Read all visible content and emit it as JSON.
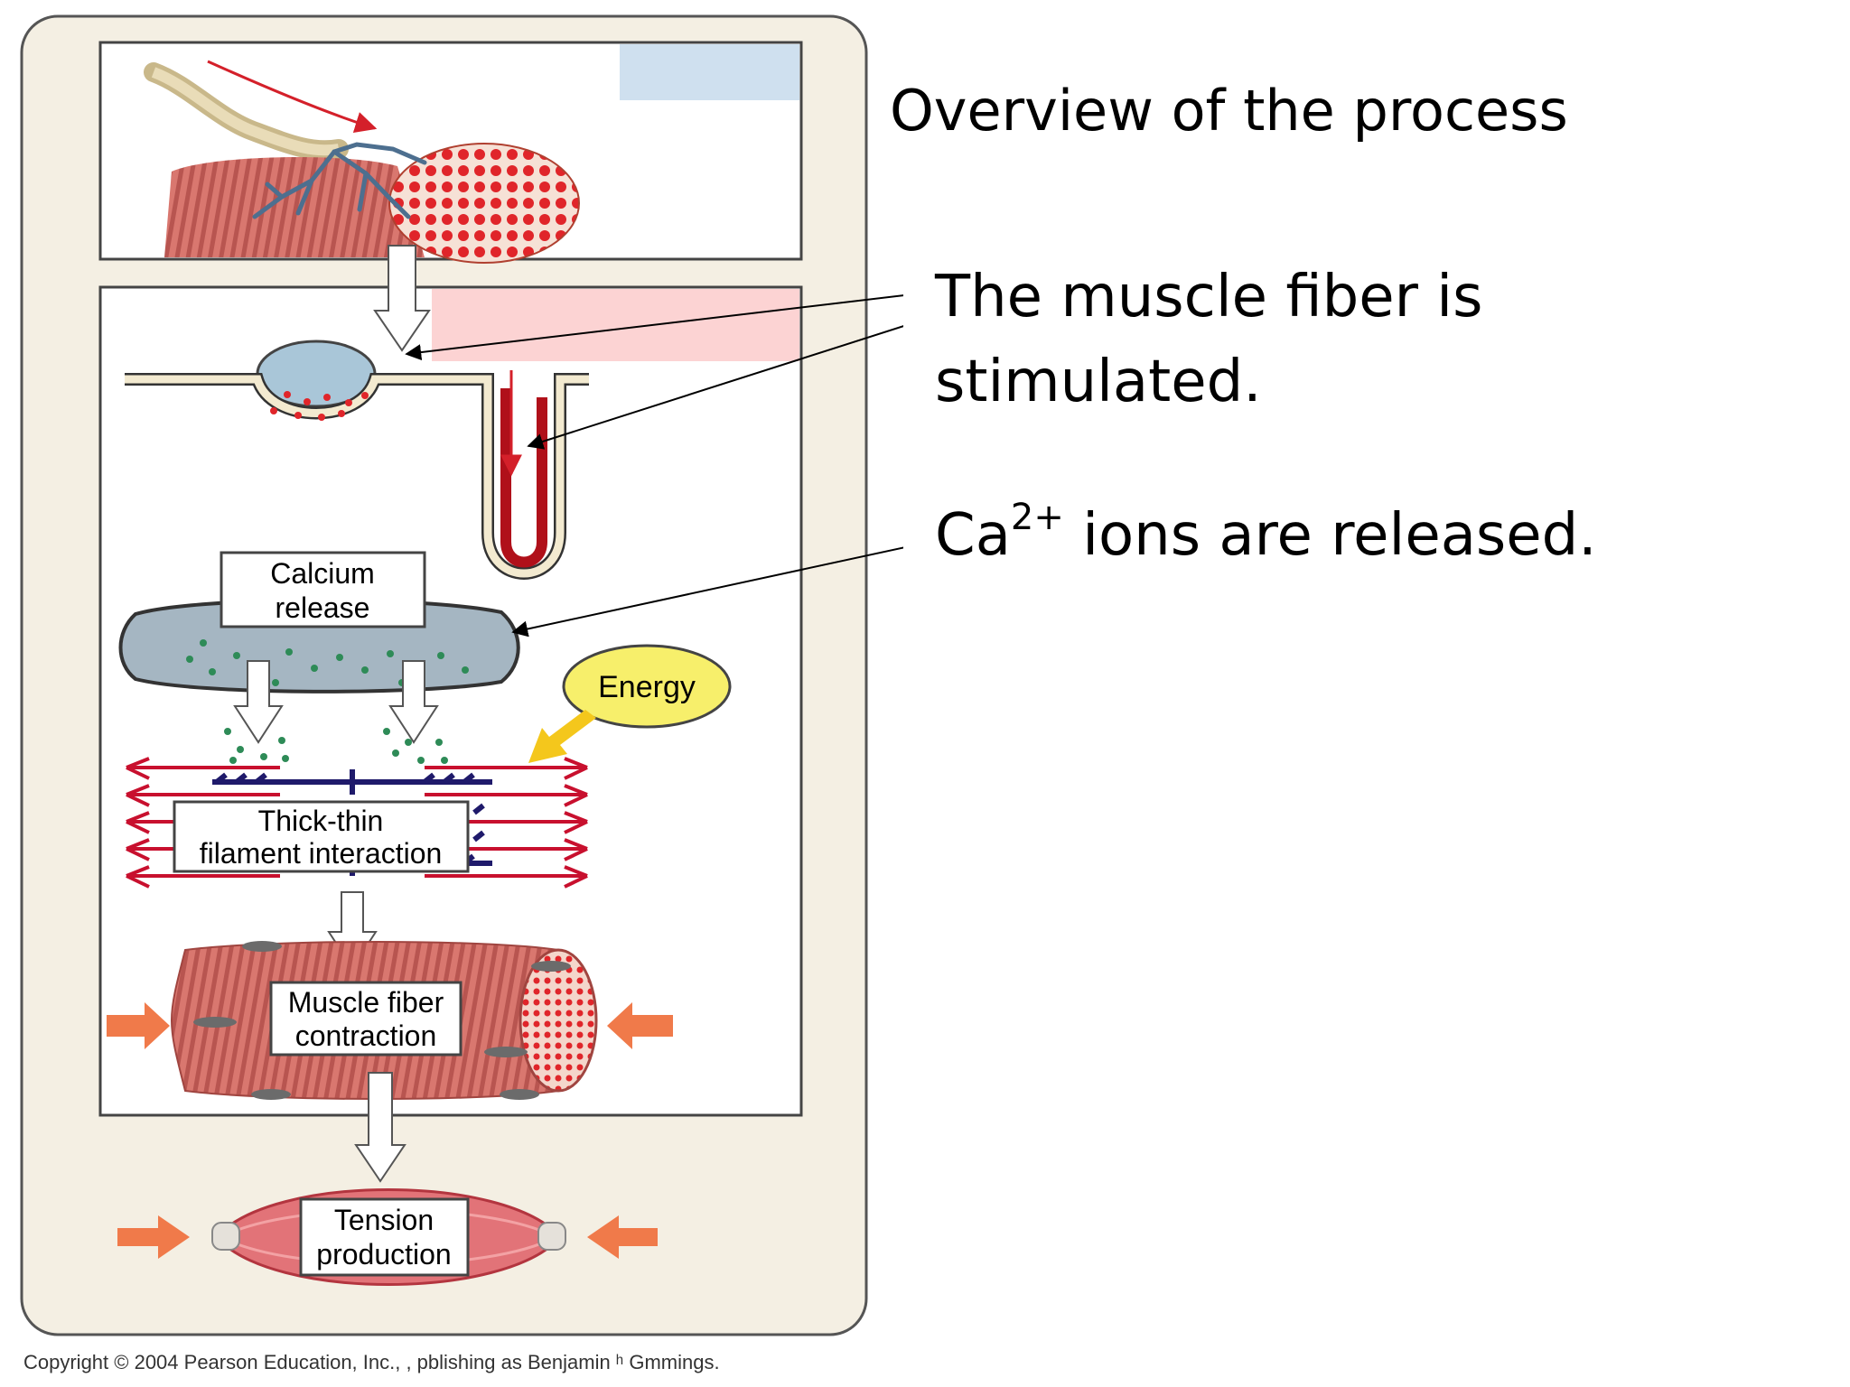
{
  "slide": {
    "title": "Overview of the process",
    "point1": "The muscle fiber is stimulated.",
    "point2_prefix": "Ca",
    "point2_sup": "2+",
    "point2_suffix": " ions are released."
  },
  "diagram": {
    "labels": {
      "calcium_release": [
        "Calcium",
        "release"
      ],
      "energy": "Energy",
      "filament": [
        "Thick-thin",
        "filament interaction"
      ],
      "contraction": [
        "Muscle fiber",
        "contraction"
      ],
      "tension": [
        "Tension",
        "production"
      ]
    },
    "copyright": "Copyright © 2004 Pearson Education, Inc., , pblishing as Benjamin ʰ Gmmings.",
    "colors": {
      "panel_bg": "#f4efe3",
      "muscle": "#d9776f",
      "red_dot": "#e0252a",
      "green_dot": "#2e8b57",
      "thick_filament": "#1f1a6b",
      "thin_filament": "#c8102e",
      "energy_fill": "#f7ef6b",
      "arrow_orange": "#f07a4a",
      "highlight_blue": "#cfe0ef",
      "highlight_pink": "#fcd3d3"
    }
  }
}
